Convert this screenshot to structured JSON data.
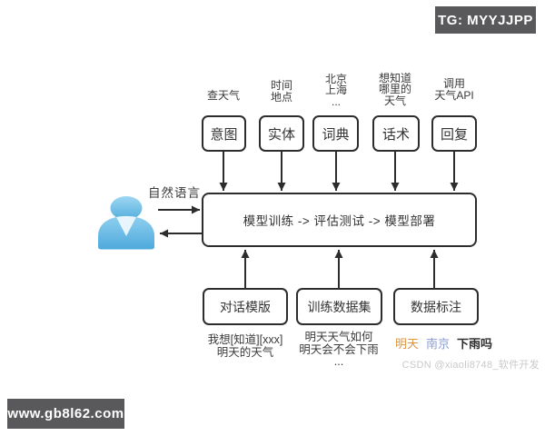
{
  "badges": {
    "top_right": "TG: MYYJJPP",
    "bottom_left": "www.gb8l62.com"
  },
  "diagram": {
    "input_label": "自然语言",
    "pipeline_label": "模型训练 -> 评估测试 -> 模型部署",
    "top_nodes": [
      {
        "label": "意图",
        "annotation": "查天气"
      },
      {
        "label": "实体",
        "annotation": "时间\n地点"
      },
      {
        "label": "词典",
        "annotation": "北京\n上海\n..."
      },
      {
        "label": "话术",
        "annotation": "想知道\n哪里的\n天气"
      },
      {
        "label": "回复",
        "annotation": "调用\n天气API"
      }
    ],
    "bottom_nodes": [
      {
        "label": "对话模版",
        "example": "我想[知道][xxx]\n明天的天气"
      },
      {
        "label": "训练数据集",
        "example": "明天天气如何\n明天会不会下雨\n..."
      },
      {
        "label": "数据标注",
        "tokens": [
          {
            "text": "明天",
            "style": "color:#dd9440"
          },
          {
            "text": "南京",
            "style": "color:#8b9cd5"
          },
          {
            "text": "下雨吗",
            "style": "color:#2f2f2f;font-weight:bold"
          }
        ]
      }
    ],
    "watermark": "CSDN @xiaoli8748_软件开发"
  },
  "colors": {
    "line": "#2d2d2d",
    "badge_bg": "#59595b",
    "person_blue": "#5fb7e6",
    "token_orange": "#dd9440",
    "token_blue": "#8b9cd5",
    "watermark_gray": "#c9c9c9"
  }
}
